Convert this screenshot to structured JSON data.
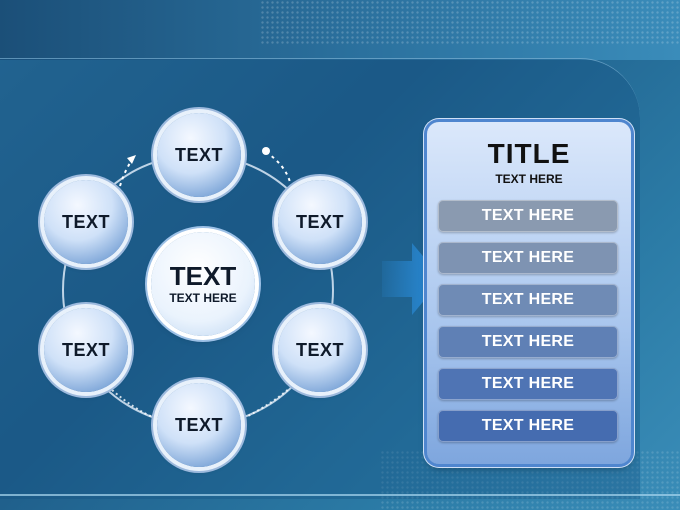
{
  "cycle": {
    "center": {
      "title": "TEXT",
      "subtitle": "TEXT HERE"
    },
    "nodes": [
      {
        "label": "TEXT"
      },
      {
        "label": "TEXT"
      },
      {
        "label": "TEXT"
      },
      {
        "label": "TEXT"
      },
      {
        "label": "TEXT"
      },
      {
        "label": "TEXT"
      }
    ]
  },
  "card": {
    "title": "TITLE",
    "subtitle": "TEXT HERE",
    "rows": [
      {
        "label": "TEXT HERE"
      },
      {
        "label": "TEXT HERE"
      },
      {
        "label": "TEXT HERE"
      },
      {
        "label": "TEXT HERE"
      },
      {
        "label": "TEXT HERE"
      },
      {
        "label": "TEXT HERE"
      }
    ]
  },
  "colors": {
    "row_gradient": [
      "#8a9ab0",
      "#7e93b2",
      "#6f8bb5",
      "#5f80b5",
      "#4f74b4",
      "#456cb0"
    ],
    "arrow": "#2a8fe0"
  }
}
